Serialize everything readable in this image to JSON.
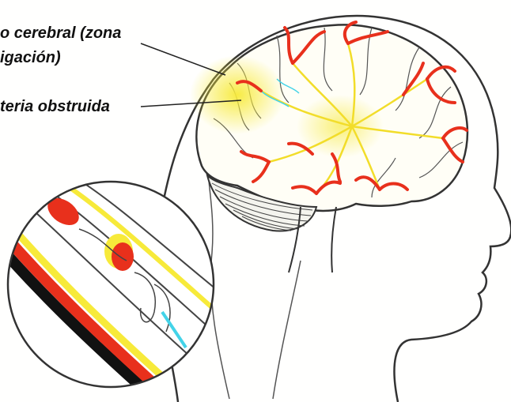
{
  "labels": {
    "infarct_line1": "o cerebral (zona",
    "infarct_line2": "igación)",
    "artery": "teria obstruida"
  },
  "colors": {
    "outline": "#333333",
    "artery_red": "#e8301c",
    "infarct_yellow": "#f7ea3a",
    "vessel_blue": "#43d3e8",
    "background": "#fffffe"
  },
  "icons": [
    "head-profile",
    "brain",
    "artery-magnifier-circle"
  ]
}
